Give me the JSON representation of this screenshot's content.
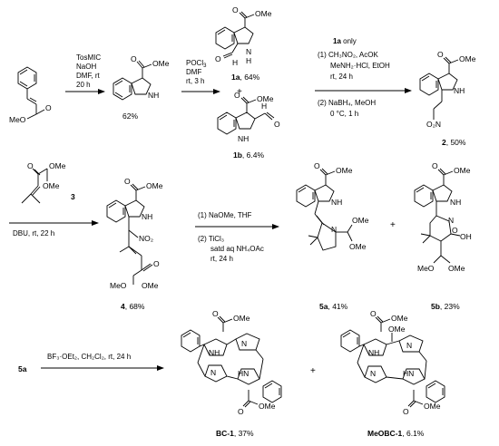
{
  "row1": {
    "step1_conditions": [
      "TosMIC",
      "NaOH",
      "DMF, rt",
      "20 h"
    ],
    "sm_ester": "MeO",
    "pyrrole_ester": "OMe",
    "pyrrole_nh": "NH",
    "pyrrole_yield": "62%",
    "step2_conditions": [
      "POCl",
      "DMF",
      "rt, 3 h"
    ],
    "step2_sub3": "3",
    "p1a_ester": "OMe",
    "p1a_h": "H",
    "p1a_nh": "N",
    "p1a_nh_h": "H",
    "p1a_o": "O",
    "p1a_label": "1a",
    "p1a_yield": ", 64%",
    "plus": "+",
    "p1b_ester": "OMe",
    "p1b_nh": "NH",
    "p1b_h": "H",
    "p1b_o": "O",
    "p1b_label": "1b",
    "p1b_yield": ", 6.4%",
    "step3_header_bold": "1a",
    "step3_header_rest": " only",
    "step3_line1": "(1) CH₃NO₂, AcOK",
    "step3_line2": "MeNH₂·HCl, EtOH",
    "step3_line3": "rt, 24 h",
    "step3_line4": "(2) NaBH₄, MeOH",
    "step3_line5": "0 °C, 1 h",
    "p2_ester": "OMe",
    "p2_nh": "NH",
    "p2_no2": "O₂N",
    "p2_label": "2",
    "p2_yield": ", 50%"
  },
  "row2": {
    "reagent3_ome1": "OMe",
    "reagent3_ome2": "OMe",
    "reagent3_o": "O",
    "reagent3_label": "3",
    "step4_conditions": "DBU, rt, 22 h",
    "p4_ester": "OMe",
    "p4_nh": "NH",
    "p4_no2": "NO₂",
    "p4_o": "O",
    "p4_ome": "OMe",
    "p4_meo": "MeO",
    "p4_label": "4",
    "p4_yield": ", 68%",
    "step5_line1": "(1)  NaOMe, THF",
    "step5_line2": "(2)  TiCl₃",
    "step5_line3": "satd aq NH₄OAc",
    "step5_line4": "rt, 24 h",
    "p5a_ester": "OMe",
    "p5a_nh": "NH",
    "p5a_n": "N",
    "p5a_ome": "OMe",
    "p5a_ome2": "OMe",
    "p5a_label": "5a",
    "p5a_yield": ", 41%",
    "plus": "+",
    "p5b_ester": "OMe",
    "p5b_nh": "NH",
    "p5b_n": "N",
    "p5b_o": "O",
    "p5b_oh": "OH",
    "p5b_ome": "OMe",
    "p5b_meo": "MeO",
    "p5b_label": "5b",
    "p5b_yield": ", 23%"
  },
  "row3": {
    "start_label": "5a",
    "step6_conditions": "BF₃·OEt₂, CH₂Cl₂, rt, 24 h",
    "bc1_ester_top": "OMe",
    "bc1_ester_bottom": "OMe",
    "bc1_nh1": "NH",
    "bc1_nh2": "HN",
    "bc1_n1": "N",
    "bc1_n2": "N",
    "bc1_label": "BC-1",
    "bc1_yield": ", 37%",
    "plus": "+",
    "meobc1_ester_top": "OMe",
    "meobc1_ester_bottom": "OMe",
    "meobc1_ome": "OMe",
    "meobc1_nh1": "NH",
    "meobc1_nh2": "HN",
    "meobc1_n1": "N",
    "meobc1_n2": "N",
    "meobc1_label": "MeOBC-1",
    "meobc1_yield": ", 6.1%"
  }
}
